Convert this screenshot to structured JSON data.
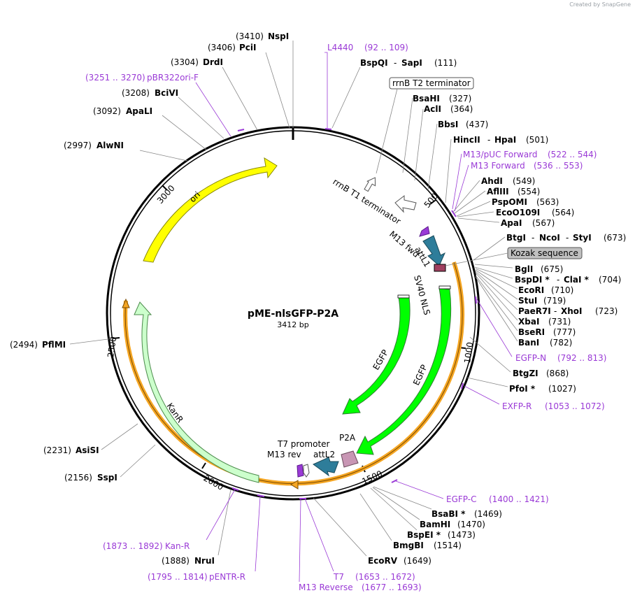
{
  "credit": "Created by SnapGene",
  "plasmid": {
    "name": "pME-nlsGFP-P2A",
    "size": "3412 bp"
  },
  "colors": {
    "ori": "#ffff00",
    "egfp": "#00ff00",
    "kanr": "#ccffcc",
    "primer": "#9a3ad6",
    "att": "#2e8aa0",
    "p2a": "#c896b4",
    "backbone_orange": "#f5a623"
  },
  "ticks": [
    "500",
    "1000",
    "1500",
    "2000",
    "2500",
    "3000"
  ],
  "features": {
    "ori": "ori",
    "kanr": "KanR",
    "egfp1": "EGFP",
    "egfp2": "EGFP",
    "sv40": "SV40 NLS",
    "rrnb_t1": "rrnB T1 terminator",
    "rrnb_t2": "rrnB T2 terminator",
    "kozak": "Kozak sequence",
    "m13fwd": "M13 fwd",
    "attl1": "attL1",
    "attl2": "attL2",
    "p2a": "P2A",
    "t7prom": "T7 promoter",
    "m13rev": "M13 rev"
  },
  "sites": [
    {
      "name": "NspI",
      "pos": "(3410)"
    },
    {
      "name": "PciI",
      "pos": "(3406)"
    },
    {
      "name": "DrdI",
      "pos": "(3304)"
    },
    {
      "name": "BciVI",
      "pos": "(3208)"
    },
    {
      "name": "ApaLI",
      "pos": "(3092)"
    },
    {
      "name": "AlwNI",
      "pos": "(2997)"
    },
    {
      "name": "PflMI",
      "pos": "(2494)"
    },
    {
      "name": "AsiSI",
      "pos": "(2231)"
    },
    {
      "name": "SspI",
      "pos": "(2156)"
    },
    {
      "name": "NruI",
      "pos": "(1888)"
    },
    {
      "name": "EcoRV",
      "pos": "(1649)"
    },
    {
      "name": "BmgBI",
      "pos": "(1514)"
    },
    {
      "name": "BspEI *",
      "pos": "(1473)"
    },
    {
      "name": "BamHI",
      "pos": "(1470)"
    },
    {
      "name": "BsaBI *",
      "pos": "(1469)"
    },
    {
      "name": "PfoI *",
      "pos": "(1027)"
    },
    {
      "name": "BtgZI",
      "pos": "(868)"
    },
    {
      "name": "BanI",
      "pos": "(782)"
    },
    {
      "name": "BseRI",
      "pos": "(777)"
    },
    {
      "name": "XbaI",
      "pos": "(731)"
    },
    {
      "name": "PaeR7I",
      "name2": "XhoI",
      "pos": "(723)"
    },
    {
      "name": "StuI",
      "pos": "(719)"
    },
    {
      "name": "EcoRI",
      "pos": "(710)"
    },
    {
      "name": "BspDI *",
      "name2": "ClaI *",
      "pos": "(704)"
    },
    {
      "name": "BglI",
      "pos": "(675)"
    },
    {
      "name": "BtgI",
      "name2": "NcoI",
      "name3": "StyI",
      "pos": "(673)"
    },
    {
      "name": "ApaI",
      "pos": "(567)"
    },
    {
      "name": "EcoO109I",
      "pos": "(564)"
    },
    {
      "name": "PspOMI",
      "pos": "(563)"
    },
    {
      "name": "AflIII",
      "pos": "(554)"
    },
    {
      "name": "AhdI",
      "pos": "(549)"
    },
    {
      "name": "HincII",
      "name2": "HpaI",
      "pos": "(501)"
    },
    {
      "name": "BbsI",
      "pos": "(437)"
    },
    {
      "name": "AclI",
      "pos": "(364)"
    },
    {
      "name": "BsaHI",
      "pos": "(327)"
    },
    {
      "name": "BspQI",
      "name2": "SapI",
      "pos": "(111)"
    }
  ],
  "primers": [
    {
      "name": "L4440",
      "range": "(92 .. 109)"
    },
    {
      "name": "pBR322ori-F",
      "range": "(3251 .. 3270)"
    },
    {
      "name": "M13/pUC Forward",
      "range": "(522 .. 544)"
    },
    {
      "name": "M13 Forward",
      "range": "(536 .. 553)"
    },
    {
      "name": "EGFP-N",
      "range": "(792 .. 813)"
    },
    {
      "name": "EXFP-R",
      "range": "(1053 .. 1072)"
    },
    {
      "name": "EGFP-C",
      "range": "(1400 .. 1421)"
    },
    {
      "name": "T7",
      "range": "(1653 .. 1672)"
    },
    {
      "name": "M13 Reverse",
      "range": "(1677 .. 1693)"
    },
    {
      "name": "pENTR-R",
      "range": "(1795 .. 1814)"
    },
    {
      "name": "Kan-R",
      "range": "(1873 .. 1892)"
    }
  ]
}
